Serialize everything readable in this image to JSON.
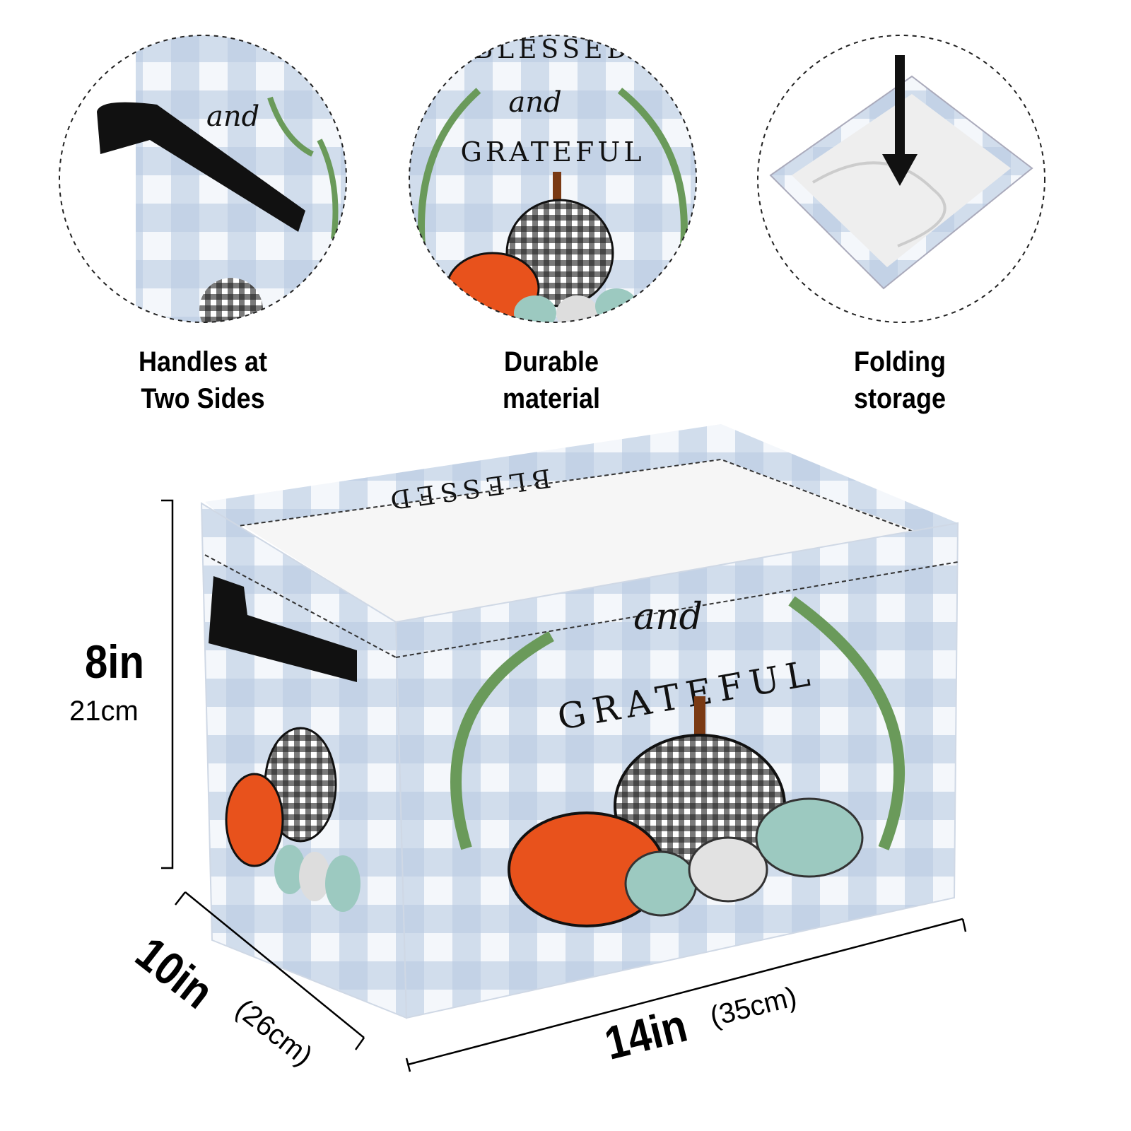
{
  "features": [
    {
      "line1": "Handles at",
      "line2": "Two Sides",
      "icon": "handle-closeup"
    },
    {
      "line1": "Durable",
      "line2": "material",
      "icon": "fabric-closeup"
    },
    {
      "line1": "Folding",
      "line2": "storage",
      "icon": "folding-arrow"
    }
  ],
  "artwork": {
    "word1": "BLESSED",
    "word2": "and",
    "word3": "GRATEFUL"
  },
  "dimensions": {
    "height_in": "8in",
    "height_cm": "21cm",
    "depth_in": "10in",
    "depth_cm": "(26cm)",
    "width_in": "14in",
    "width_cm": "(35cm)"
  },
  "colors": {
    "gingham": "#b9cbe3",
    "pumpkin": "#e8521c",
    "leaf": "#6a9a5a",
    "sage": "#9cc9c0"
  }
}
